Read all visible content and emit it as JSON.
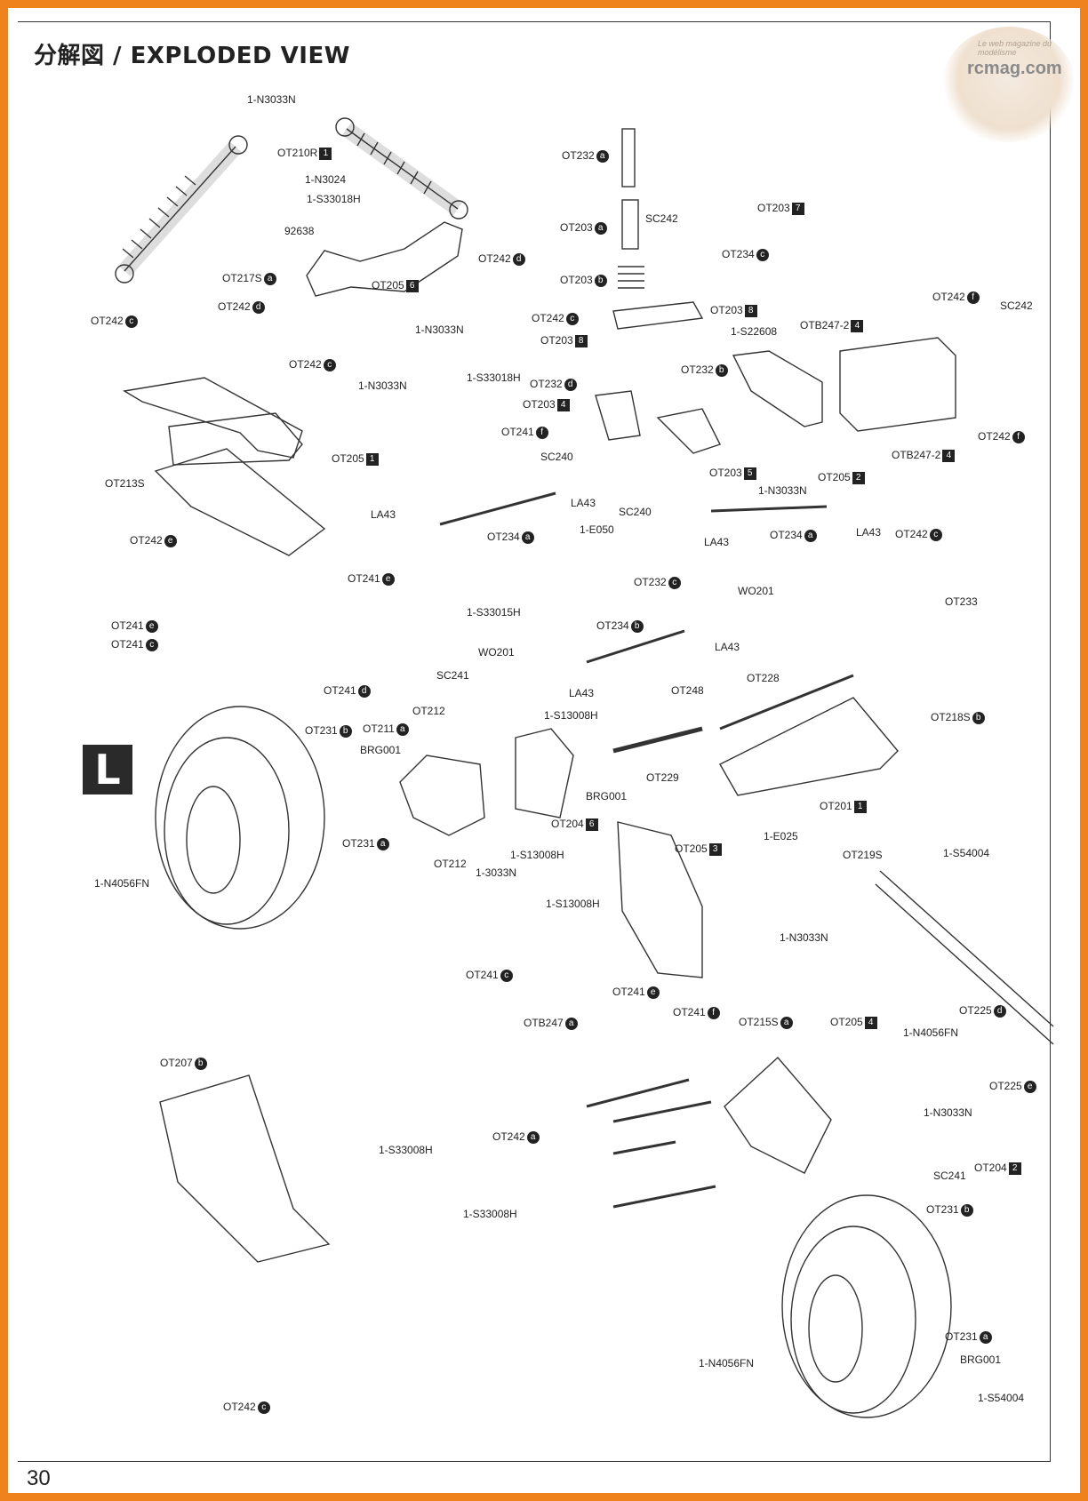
{
  "title": "分解図 / EXPLODED VIEW",
  "page_number": "30",
  "section_letter": "L",
  "watermark": {
    "site": "rcmag.com",
    "tagline": "Le web magazine du modélisme"
  },
  "colors": {
    "border": "#f0821e",
    "line": "#333333",
    "badge": "#222222"
  },
  "labels": [
    {
      "code": "1-N3033N",
      "badge": "",
      "shape": ""
    },
    {
      "code": "OT210R",
      "badge": "1",
      "shape": "square"
    },
    {
      "code": "1-N3024",
      "badge": "",
      "shape": ""
    },
    {
      "code": "1-S33018H",
      "badge": "",
      "shape": ""
    },
    {
      "code": "92638",
      "badge": "",
      "shape": ""
    },
    {
      "code": "OT217S",
      "badge": "a",
      "shape": "circle"
    },
    {
      "code": "OT242",
      "badge": "d",
      "shape": "circle"
    },
    {
      "code": "OT205",
      "badge": "6",
      "shape": "square"
    },
    {
      "code": "OT242",
      "badge": "c",
      "shape": "circle"
    },
    {
      "code": "1-N3033N",
      "badge": "",
      "shape": ""
    },
    {
      "code": "1-N3033N",
      "badge": "",
      "shape": ""
    },
    {
      "code": "1-S33018H",
      "badge": "",
      "shape": ""
    },
    {
      "code": "OT242",
      "badge": "d",
      "shape": "circle"
    },
    {
      "code": "OT242",
      "badge": "c",
      "shape": "circle"
    },
    {
      "code": "OT232",
      "badge": "a",
      "shape": "circle"
    },
    {
      "code": "OT203",
      "badge": "a",
      "shape": "circle"
    },
    {
      "code": "SC242",
      "badge": "",
      "shape": ""
    },
    {
      "code": "OT203",
      "badge": "7",
      "shape": "square"
    },
    {
      "code": "OT234",
      "badge": "c",
      "shape": "circle"
    },
    {
      "code": "OT203",
      "badge": "b",
      "shape": "circle"
    },
    {
      "code": "OT203",
      "badge": "8",
      "shape": "square"
    },
    {
      "code": "OT203",
      "badge": "8",
      "shape": "square"
    },
    {
      "code": "1-S22608",
      "badge": "",
      "shape": ""
    },
    {
      "code": "OTB247-2",
      "badge": "4",
      "shape": "square"
    },
    {
      "code": "OT242",
      "badge": "f",
      "shape": "circle"
    },
    {
      "code": "SC242",
      "badge": "",
      "shape": ""
    },
    {
      "code": "OT242",
      "badge": "c",
      "shape": "circle"
    },
    {
      "code": "OT232",
      "badge": "b",
      "shape": "circle"
    },
    {
      "code": "OT232",
      "badge": "d",
      "shape": "circle"
    },
    {
      "code": "OT203",
      "badge": "4",
      "shape": "square"
    },
    {
      "code": "OT241",
      "badge": "f",
      "shape": "circle"
    },
    {
      "code": "SC240",
      "badge": "",
      "shape": ""
    },
    {
      "code": "OT205",
      "badge": "1",
      "shape": "square"
    },
    {
      "code": "OT213S",
      "badge": "",
      "shape": ""
    },
    {
      "code": "OT242",
      "badge": "f",
      "shape": "circle"
    },
    {
      "code": "OTB247-2",
      "badge": "4",
      "shape": "square"
    },
    {
      "code": "OT203",
      "badge": "5",
      "shape": "square"
    },
    {
      "code": "1-N3033N",
      "badge": "",
      "shape": ""
    },
    {
      "code": "OT205",
      "badge": "2",
      "shape": "square"
    },
    {
      "code": "LA43",
      "badge": "",
      "shape": ""
    },
    {
      "code": "SC240",
      "badge": "",
      "shape": ""
    },
    {
      "code": "1-E050",
      "badge": "",
      "shape": ""
    },
    {
      "code": "LA43",
      "badge": "",
      "shape": ""
    },
    {
      "code": "OT234",
      "badge": "a",
      "shape": "circle"
    },
    {
      "code": "LA43",
      "badge": "",
      "shape": ""
    },
    {
      "code": "OT234",
      "badge": "a",
      "shape": "circle"
    },
    {
      "code": "LA43",
      "badge": "",
      "shape": ""
    },
    {
      "code": "OT242",
      "badge": "e",
      "shape": "circle"
    },
    {
      "code": "OT241",
      "badge": "e",
      "shape": "circle"
    },
    {
      "code": "OT232",
      "badge": "c",
      "shape": "circle"
    },
    {
      "code": "OT242",
      "badge": "c",
      "shape": "circle"
    },
    {
      "code": "WO201",
      "badge": "",
      "shape": ""
    },
    {
      "code": "OT233",
      "badge": "",
      "shape": ""
    },
    {
      "code": "1-S33015H",
      "badge": "",
      "shape": ""
    },
    {
      "code": "OT234",
      "badge": "b",
      "shape": "circle"
    },
    {
      "code": "OT241",
      "badge": "e",
      "shape": "circle"
    },
    {
      "code": "OT241",
      "badge": "c",
      "shape": "circle"
    },
    {
      "code": "WO201",
      "badge": "",
      "shape": ""
    },
    {
      "code": "LA43",
      "badge": "",
      "shape": ""
    },
    {
      "code": "SC241",
      "badge": "",
      "shape": ""
    },
    {
      "code": "LA43",
      "badge": "",
      "shape": ""
    },
    {
      "code": "OT241",
      "badge": "d",
      "shape": "circle"
    },
    {
      "code": "OT248",
      "badge": "",
      "shape": ""
    },
    {
      "code": "OT228",
      "badge": "",
      "shape": ""
    },
    {
      "code": "OT218S",
      "badge": "b",
      "shape": "circle"
    },
    {
      "code": "1-S13008H",
      "badge": "",
      "shape": ""
    },
    {
      "code": "OT212",
      "badge": "",
      "shape": ""
    },
    {
      "code": "OT231",
      "badge": "b",
      "shape": "circle"
    },
    {
      "code": "OT211",
      "badge": "a",
      "shape": "circle"
    },
    {
      "code": "BRG001",
      "badge": "",
      "shape": ""
    },
    {
      "code": "OT229",
      "badge": "",
      "shape": ""
    },
    {
      "code": "BRG001",
      "badge": "",
      "shape": ""
    },
    {
      "code": "OT201",
      "badge": "1",
      "shape": "square"
    },
    {
      "code": "OT204",
      "badge": "6",
      "shape": "square"
    },
    {
      "code": "1-E025",
      "badge": "",
      "shape": ""
    },
    {
      "code": "OT231",
      "badge": "a",
      "shape": "circle"
    },
    {
      "code": "OT212",
      "badge": "",
      "shape": ""
    },
    {
      "code": "1-S13008H",
      "badge": "",
      "shape": ""
    },
    {
      "code": "1-3033N",
      "badge": "",
      "shape": ""
    },
    {
      "code": "OT205",
      "badge": "3",
      "shape": "square"
    },
    {
      "code": "OT219S",
      "badge": "",
      "shape": ""
    },
    {
      "code": "1-S54004",
      "badge": "",
      "shape": ""
    },
    {
      "code": "1-N4056FN",
      "badge": "",
      "shape": ""
    },
    {
      "code": "1-N3033N",
      "badge": "",
      "shape": ""
    },
    {
      "code": "1-S13008H",
      "badge": "",
      "shape": ""
    },
    {
      "code": "OT241",
      "badge": "c",
      "shape": "circle"
    },
    {
      "code": "OT241",
      "badge": "e",
      "shape": "circle"
    },
    {
      "code": "OT241",
      "badge": "f",
      "shape": "circle"
    },
    {
      "code": "OTB247",
      "badge": "a",
      "shape": "circle"
    },
    {
      "code": "OT207",
      "badge": "b",
      "shape": "circle"
    },
    {
      "code": "OT215S",
      "badge": "a",
      "shape": "circle"
    },
    {
      "code": "OT205",
      "badge": "4",
      "shape": "square"
    },
    {
      "code": "1-N4056FN",
      "badge": "",
      "shape": ""
    },
    {
      "code": "OT225",
      "badge": "d",
      "shape": "circle"
    },
    {
      "code": "OT225",
      "badge": "e",
      "shape": "circle"
    },
    {
      "code": "1-N3033N",
      "badge": "",
      "shape": ""
    },
    {
      "code": "1-S33008H",
      "badge": "",
      "shape": ""
    },
    {
      "code": "OT242",
      "badge": "a",
      "shape": "circle"
    },
    {
      "code": "1-S33008H",
      "badge": "",
      "shape": ""
    },
    {
      "code": "SC241",
      "badge": "",
      "shape": ""
    },
    {
      "code": "OT204",
      "badge": "2",
      "shape": "square"
    },
    {
      "code": "OT231",
      "badge": "b",
      "shape": "circle"
    },
    {
      "code": "1-N4056FN",
      "badge": "",
      "shape": ""
    },
    {
      "code": "OT231",
      "badge": "a",
      "shape": "circle"
    },
    {
      "code": "BRG001",
      "badge": "",
      "shape": ""
    },
    {
      "code": "1-S54004",
      "badge": "",
      "shape": ""
    },
    {
      "code": "OT242",
      "badge": "c",
      "shape": "circle"
    }
  ]
}
